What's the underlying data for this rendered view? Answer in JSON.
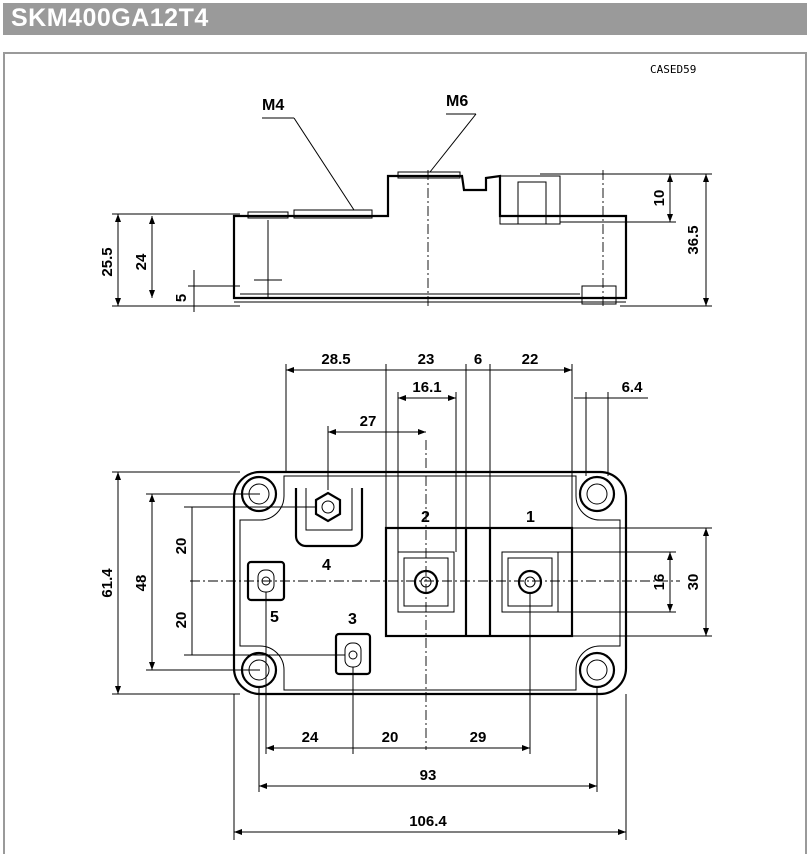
{
  "title": "SKM400GA12T4",
  "case_label": "CASED59",
  "side_view": {
    "thread_labels": [
      "M4",
      "M6"
    ],
    "left_dims": [
      "25.5",
      "24",
      "5"
    ],
    "right_dims": [
      "10",
      "36.5"
    ]
  },
  "top_view": {
    "top_dims": [
      "28.5",
      "23",
      "6",
      "22",
      "16.1",
      "27",
      "6.4"
    ],
    "left_dims": [
      "61.4",
      "48",
      "20",
      "20"
    ],
    "right_dims": [
      "16",
      "30"
    ],
    "bottom_dims": [
      "24",
      "20",
      "29",
      "93",
      "106.4"
    ],
    "terminals": [
      "1",
      "2",
      "3",
      "4",
      "5"
    ]
  }
}
